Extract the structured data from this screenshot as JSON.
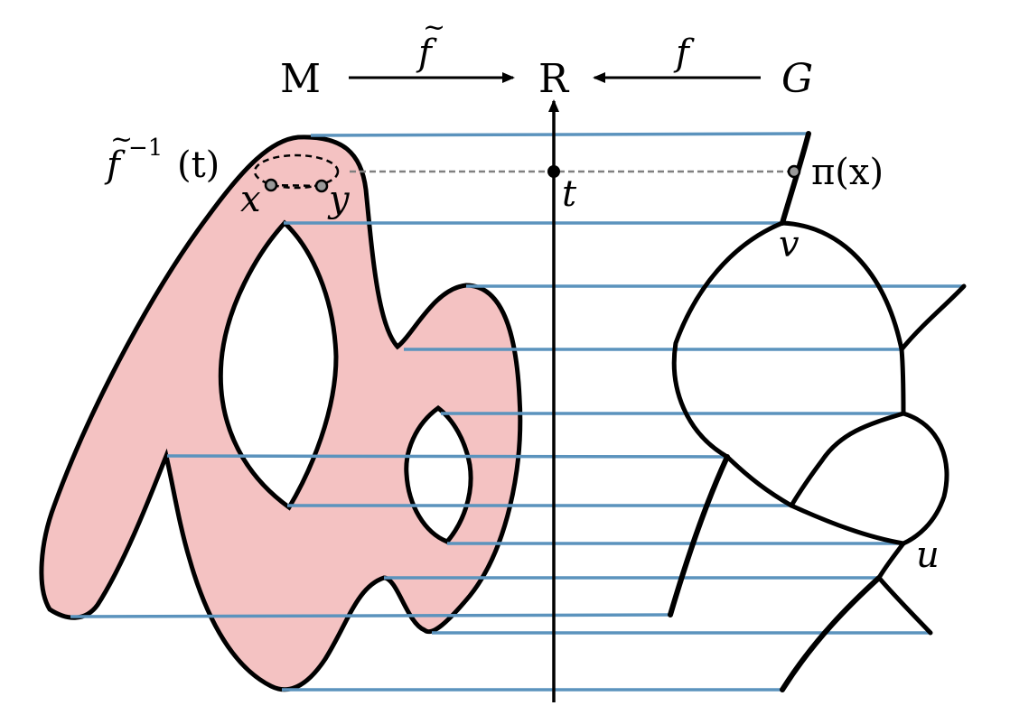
{
  "header": {
    "left_space": "M",
    "middle_space": "R",
    "right_space": "G",
    "map_left": "f",
    "map_left_tilde": "~",
    "map_right": "f"
  },
  "labels": {
    "preimage_f": "f",
    "preimage_tilde": "~",
    "preimage_exp": "−1",
    "preimage_arg": "(t)",
    "point_x": "x",
    "point_y": "y",
    "level_t": "t",
    "projection": "π(x)",
    "vertex_v": "v",
    "vertex_u": "u"
  },
  "colors": {
    "surface_fill": "#f4c2c2",
    "level_lines": "#5b93bd",
    "dashed_level": "#808080",
    "outline": "#000000",
    "marker_fill": "#999999"
  }
}
